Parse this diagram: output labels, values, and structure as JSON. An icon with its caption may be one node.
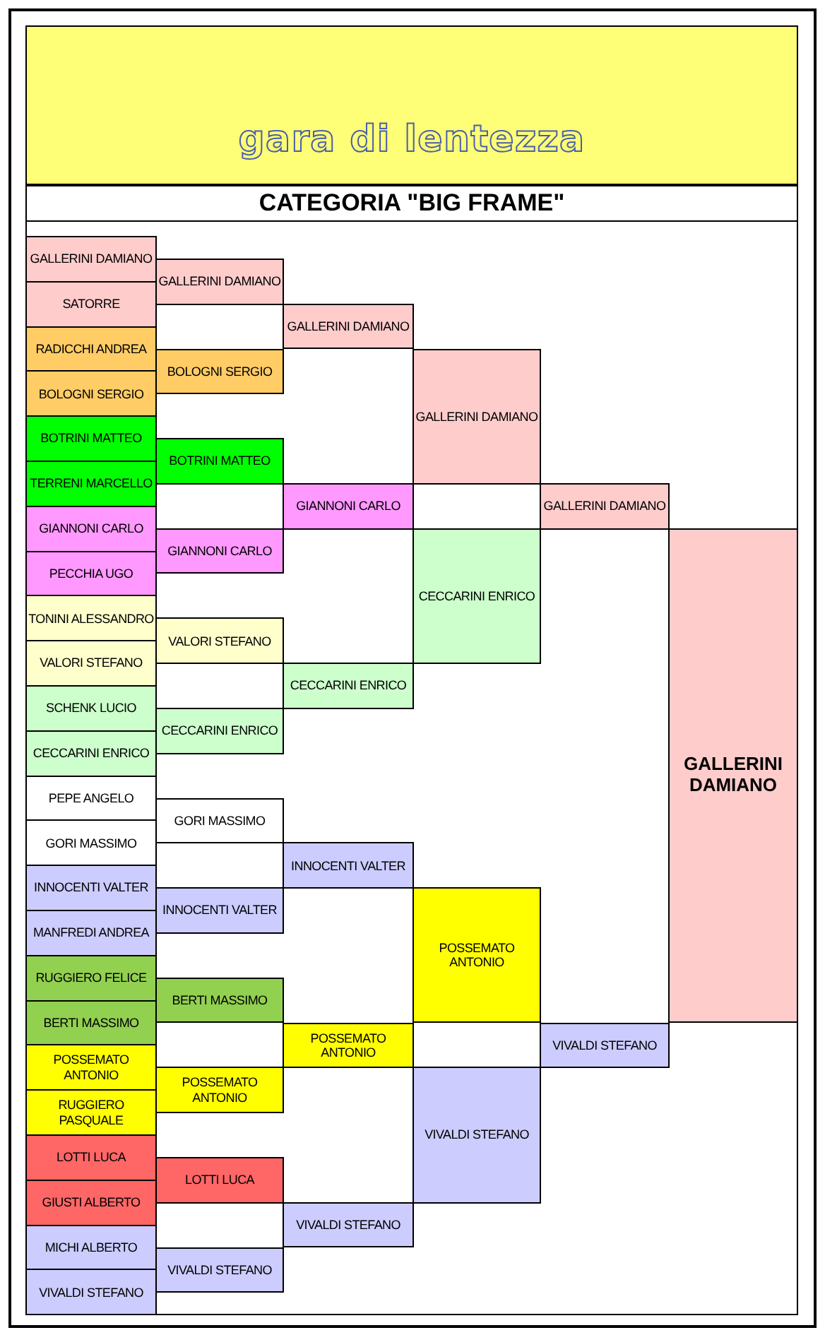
{
  "diagram": {
    "title": "CATEGORIA \"BIG FRAME\"",
    "nodes": [
      {
        "text": [
          "GALLERINI DAMIANO"
        ]
      },
      {
        "text": [
          "SATORRE"
        ]
      },
      {
        "text": [
          "RADICCHI ANDREA"
        ]
      },
      {
        "text": [
          "BOLOGNI SERGIO"
        ]
      },
      {
        "text": [
          "BOTRINI MATTEO"
        ]
      },
      {
        "text": [
          "TERRENI MARCELLO"
        ]
      },
      {
        "text": [
          "GIANNONI CARLO"
        ]
      },
      {
        "text": [
          "PECCHIA UGO"
        ]
      },
      {
        "text": [
          "TONINI ALESSANDRO"
        ]
      },
      {
        "text": [
          "VALORI STEFANO"
        ]
      },
      {
        "text": [
          "SCHENK LUCIO"
        ]
      },
      {
        "text": [
          "CECCARINI ENRICO"
        ]
      },
      {
        "text": [
          "PEPE ANGELO"
        ]
      },
      {
        "text": [
          "GORI MASSIMO"
        ]
      },
      {
        "text": [
          "INNOCENTI VALTER"
        ]
      },
      {
        "text": [
          "MANFREDI ANDREA"
        ]
      },
      {
        "text": [
          "RUGGIERO FELICE"
        ]
      },
      {
        "text": [
          "BERTI MASSIMO"
        ]
      },
      {
        "text": [
          "POSSEMATO ANTONIO"
        ]
      },
      {
        "text": [
          "RUGGIERO PASQUALE"
        ]
      },
      {
        "text": [
          "LOTTI LUCA"
        ]
      },
      {
        "text": [
          "GIUSTI ALBERTO"
        ]
      },
      {
        "text": [
          "MICHI ALBERTO"
        ]
      },
      {
        "text": [
          "VIVALDI STEFANO"
        ]
      },
      {
        "text": [
          "GALLERINI DAMIANO"
        ]
      },
      {
        "text": [
          "BOLOGNI SERGIO"
        ]
      },
      {
        "text": [
          "BOTRINI MATTEO"
        ]
      },
      {
        "text": [
          "GIANNONI CARLO"
        ]
      },
      {
        "text": [
          "VALORI STEFANO"
        ]
      },
      {
        "text": [
          "CECCARINI ENRICO"
        ]
      },
      {
        "text": [
          "GORI MASSIMO"
        ]
      },
      {
        "text": [
          "INNOCENTI VALTER"
        ]
      },
      {
        "text": [
          "BERTI MASSIMO"
        ]
      },
      {
        "text": [
          "POSSEMATO ANTONIO"
        ]
      },
      {
        "text": [
          "LOTTI LUCA"
        ]
      },
      {
        "text": [
          "VIVALDI STEFANO"
        ]
      },
      {
        "text": [
          "GALLERINI DAMIANO"
        ]
      },
      {
        "text": [
          "GIANNONI CARLO"
        ]
      },
      {
        "text": [
          "CECCARINI ENRICO"
        ]
      },
      {
        "text": [
          "INNOCENTI VALTER"
        ]
      },
      {
        "text": [
          "POSSEMATO ANTONIO"
        ]
      },
      {
        "text": [
          "VIVALDI STEFANO"
        ]
      },
      {
        "text": [
          "GALLERINI DAMIANO"
        ]
      },
      {
        "text": [
          "CECCARINI ENRICO"
        ]
      },
      {
        "text": [
          "POSSEMATO ANTONIO"
        ]
      },
      {
        "text": [
          "VIVALDI STEFANO"
        ]
      },
      {
        "text": [
          "GALLERINI DAMIANO"
        ]
      },
      {
        "text": [
          "VIVALDI STEFANO"
        ]
      },
      {
        "text": [
          "GALLERINI DAMIANO"
        ]
      }
    ],
    "labels": [
      "gara di lentezza"
    ]
  }
}
